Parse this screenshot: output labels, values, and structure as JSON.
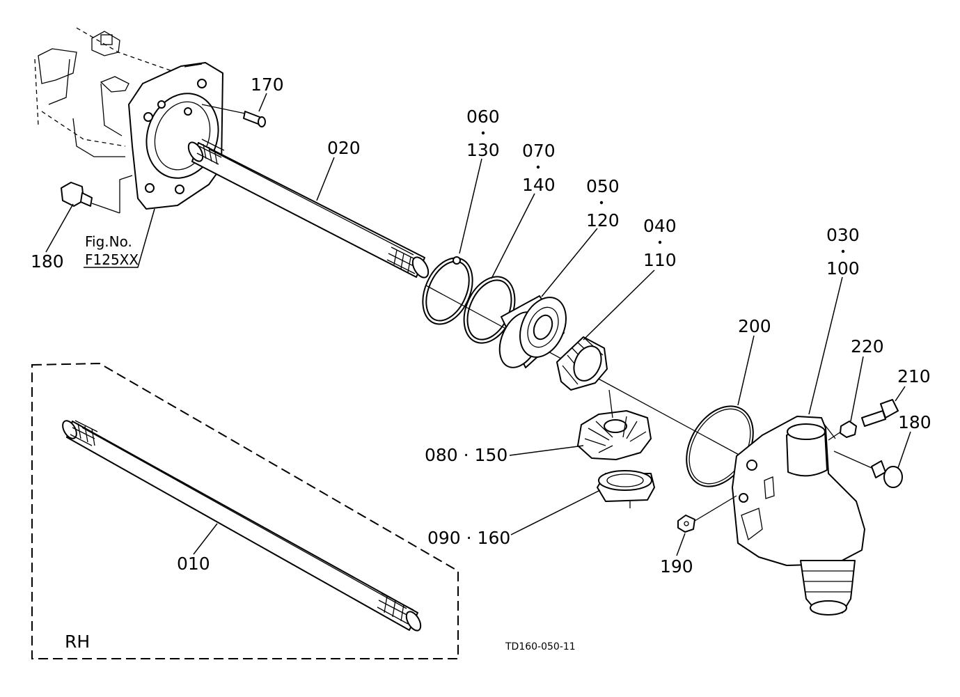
{
  "parts": {
    "p170": "170",
    "p020": "020",
    "p180_left": "180",
    "p060": "060",
    "p130": "130",
    "p070": "070",
    "p140": "140",
    "p050": "050",
    "p120": "120",
    "p040": "040",
    "p110": "110",
    "p030": "030",
    "p100": "100",
    "p200": "200",
    "p220": "220",
    "p210": "210",
    "p180_right": "180",
    "p080_150": "080 · 150",
    "p090_160": "090 · 160",
    "p190": "190",
    "p010": "010"
  },
  "figref": {
    "line1": "Fig.No.",
    "line2": "F125XX"
  },
  "rh_label": "RH",
  "drawing_id": "TD160-050-11",
  "icons": {
    "housing": "transmission-housing-icon",
    "shaft": "axle-shaft-icon",
    "circlip": "circlip-icon",
    "bearing": "ball-bearing-icon",
    "gear": "bevel-gear-icon",
    "case": "axle-case-icon",
    "bolt": "bolt-icon",
    "oring": "o-ring-icon",
    "plug": "plug-icon",
    "pin": "pin-icon"
  }
}
